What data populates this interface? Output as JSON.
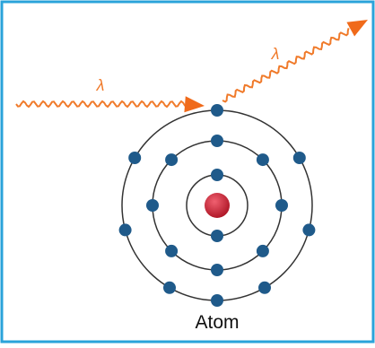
{
  "diagram": {
    "incoming_wave_label": "λ",
    "outgoing_wave_label": "λ",
    "caption": "Atom"
  },
  "colors": {
    "frame": "#2aa3da",
    "wave": "#f07a2a",
    "arrowhead": "#f06a1a",
    "shell": "#333333",
    "electron": "#1f5a8a",
    "nucleus": "#cc2030",
    "text": "#111111"
  },
  "shells": [
    {
      "name": "inner",
      "electrons": 2
    },
    {
      "name": "middle",
      "electrons": 8
    },
    {
      "name": "outer",
      "electrons": 8
    }
  ]
}
